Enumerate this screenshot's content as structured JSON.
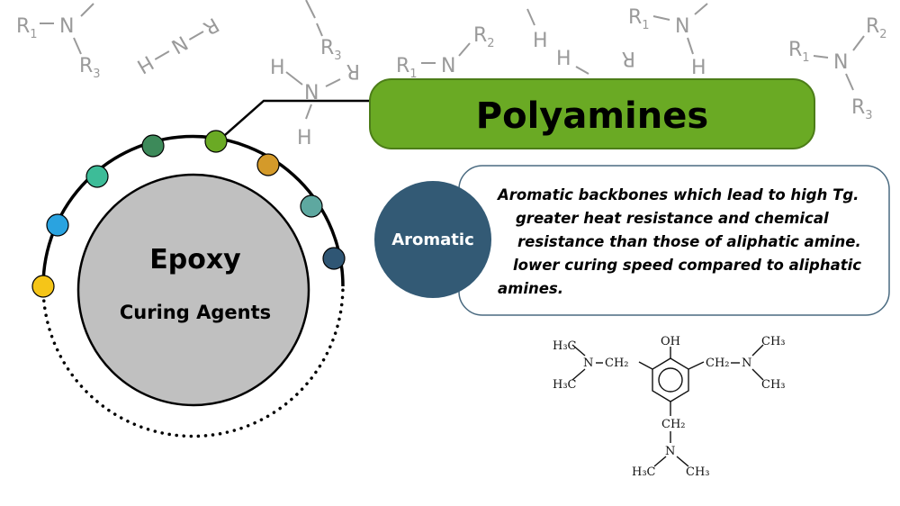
{
  "background_labels": {
    "n": "N",
    "h": "H",
    "r": "R",
    "sub1": "1",
    "sub2": "2",
    "sub3": "3"
  },
  "center": {
    "title": "Epoxy",
    "subtitle": "Curing Agents"
  },
  "banner": {
    "title": "Polyamines"
  },
  "category": {
    "label": "Aromatic",
    "description_lines": [
      "Aromatic backbones which lead to high Tg.",
      "greater heat resistance and chemical",
      "resistance than those of aliphatic amine.",
      "lower curing speed compared to aliphatic",
      "amines."
    ]
  },
  "molecule": {
    "oh": "OH",
    "h3c": "H₃C",
    "ch3": "CH₃",
    "n": "N",
    "ch2": "CH₂",
    "ch2_right": "CH₂"
  },
  "colors": {
    "banner": "#6aaa24",
    "category": "#335a75",
    "inner_circle": "#c0c0c0",
    "dots": [
      "#f5c518",
      "#2aa3e0",
      "#3dbc98",
      "#3d8a5a",
      "#6aaa24",
      "#d49a2a",
      "#5ea8a0",
      "#2f5674"
    ]
  }
}
